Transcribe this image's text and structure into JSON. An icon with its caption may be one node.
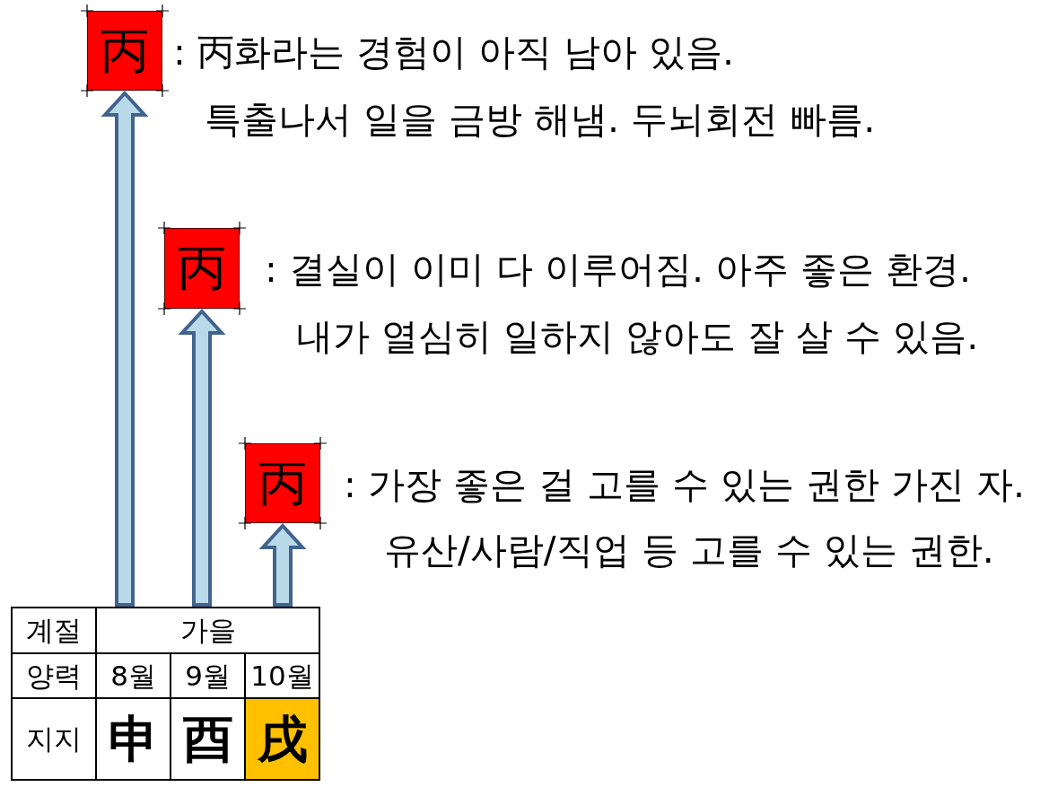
{
  "diagram": {
    "nodes": [
      {
        "text": [
          "丙"
        ],
        "beside": [
          ": 丙화라는 경험이 아직 남아 있음.",
          "특출나서 일을 금방 해냄. 두뇌회전 빠름."
        ]
      },
      {
        "text": [
          "丙"
        ],
        "beside": [
          ": 결실이 이미 다 이루어짐. 아주 좋은 환경.",
          "내가 열심히 일하지 않아도 잘 살 수 있음."
        ]
      },
      {
        "text": [
          "丙"
        ],
        "beside": [
          ": 가장 좋은 걸 고를 수 있는 권한 가진 자.",
          "유산/사람/직업 등 고를 수 있는 권한."
        ]
      },
      {
        "text": [
          "계절"
        ]
      },
      {
        "text": [
          "가을"
        ]
      },
      {
        "text": [
          "양력"
        ]
      },
      {
        "text": [
          "8월"
        ]
      },
      {
        "text": [
          "9월"
        ]
      },
      {
        "text": [
          "10월"
        ]
      },
      {
        "text": [
          "지지"
        ]
      },
      {
        "text": [
          "申"
        ]
      },
      {
        "text": [
          "酉"
        ]
      },
      {
        "text": [
          "戌"
        ]
      }
    ],
    "edges": [
      {
        "from": 4,
        "to": 0,
        "arrow": "to"
      },
      {
        "from": 4,
        "to": 1,
        "arrow": "to"
      },
      {
        "from": 4,
        "to": 2,
        "arrow": "to"
      }
    ]
  }
}
